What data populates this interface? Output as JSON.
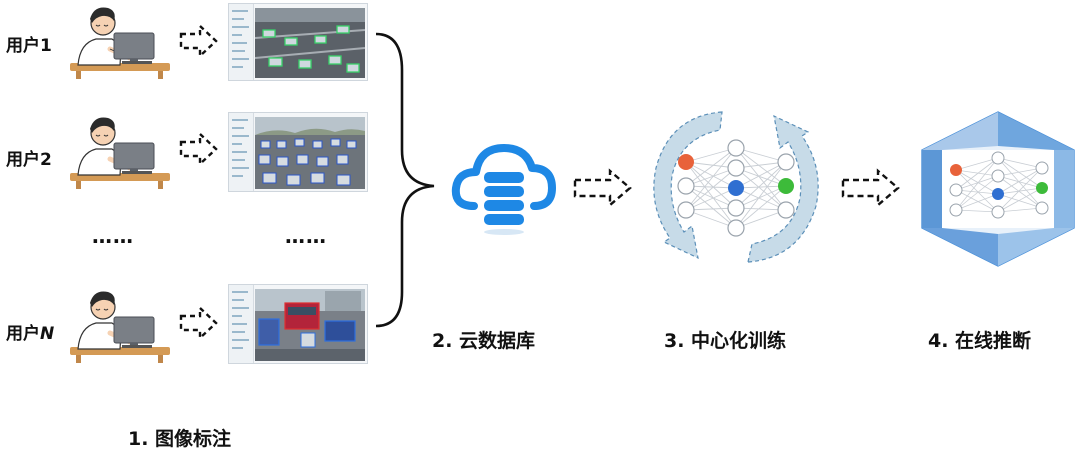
{
  "users": [
    {
      "prefix": "用户",
      "suffix": "1",
      "italic": false,
      "scene": "overhead-parking"
    },
    {
      "prefix": "用户",
      "suffix": "2",
      "italic": false,
      "scene": "traffic-jam"
    },
    {
      "prefix": "用户",
      "suffix": "N",
      "italic": true,
      "scene": "street-bus"
    }
  ],
  "ellipsis_left": "……",
  "ellipsis_right": "……",
  "steps": {
    "annotate": "1. 图像标注",
    "cloud_db": "2. 云数据库",
    "train": "3. 中心化训练",
    "infer": "4. 在线推断"
  },
  "colors": {
    "accent_blue": "#2f86d1",
    "cloud_blue": "#1e88e5",
    "node_red": "#e8623a",
    "node_green": "#3dbb3a",
    "node_blue": "#2f6fd1",
    "cycle_fill": "#c7dbe8",
    "cube_edge": "#4a90d9"
  },
  "icons": [
    "person-at-computer-icon",
    "dashed-arrow-icon",
    "cloud-database-icon",
    "neural-network-icon",
    "inference-cube-icon"
  ]
}
